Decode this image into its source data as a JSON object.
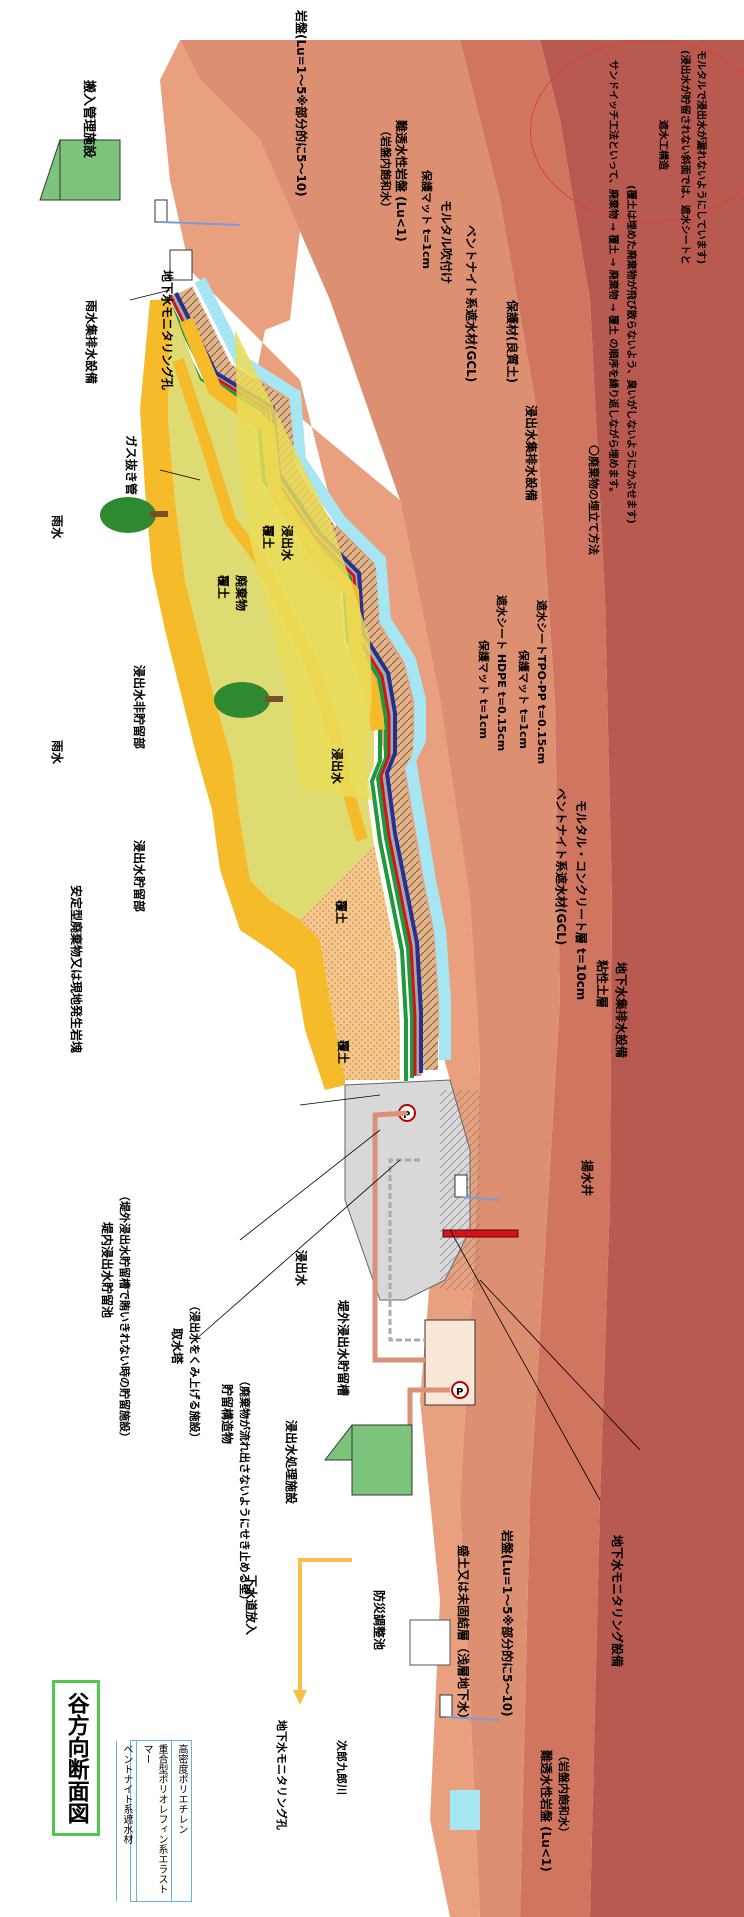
{
  "title": "谷方向断面図",
  "legend": [
    "高密度ポリエチレン",
    "重合型ポリオレフィン系エラストマー",
    "ベントナイト系遮水材"
  ],
  "labels": {
    "incoming_facility": "搬入管理施設",
    "gw_well_top": "地下水モニタリング孔",
    "rainwater_drain": "雨水集排水設備",
    "gas_vent": "ガス抜き管",
    "rain1": "雨水",
    "rain2": "雨水",
    "leachate_nonstorage": "浸出水非貯留部",
    "leachate_storage": "浸出水貯留部",
    "stable_waste": "安定型廃棄物又は現地発生岩塊",
    "pond": "堤内浸出水貯留池",
    "pond_sub": "（堤外浸出水貯留槽で賄いきれない時の貯留施設）",
    "intake": "取水塔",
    "intake_sub": "（浸出水をくみ上げる施設）",
    "retaining": "貯留構造物",
    "retaining_sub": "（廃棄物が流れ出さないようにせき止める壁）",
    "leachate": "浸出水",
    "external_tank": "堤外浸出水貯留槽",
    "treatment": "浸出水処理施設",
    "sewer": "下水道放入",
    "disaster_pond": "防災調整池",
    "gw_well_bottom": "地下水モニタリング孔",
    "river": "次郎九郎川",
    "fill_soil": "盛土又は未固結層（浅層地下水）",
    "rock_low": "岩盤(Lu=1～5※部分的に5～10)",
    "impervious_low": "難透水性岩盤 (Lu<1)",
    "impervious_low_sub": "（岩盤内飽和水）",
    "gw_monitor_equip": "地下水モニタリング設備",
    "pump_well": "揚水井",
    "underdrain": "地下水集排水設備",
    "clay": "粘性土層",
    "concrete": "モルタル・コンクリート層 t=10cm",
    "bentonite_mat": "ベントナイト系遮水材(GCL)",
    "tpo_sheet": "遮水シートTPO-PP t=0.15cm",
    "protect_mat_a": "保護マット t=1cm",
    "hdpe_sheet": "遮水シート HDPE t=0.15cm",
    "protect_mat_b": "保護マット t=1cm",
    "leachate_drain": "浸出水集排水設備",
    "good_soil": "保護材(良質土)",
    "gcl_upper": "ベントナイト系遮水材(GCL)",
    "mortar_spray": "モルタル吹付け",
    "protect_mat_c": "保護マット t=1cm",
    "impervious_up": "難透水性岩盤 (Lu<1)",
    "impervious_up_sub": "（岩盤内飽和水）",
    "rock_up": "岩盤(Lu=1～5※部分的に5～10)",
    "cover1": "覆土",
    "waste1": "廃棄物",
    "cover2": "覆土",
    "leach_in1": "浸出水",
    "leach_in2": "浸出水",
    "cover3": "覆土",
    "cover4": "覆土",
    "method_title": "〇廃棄物の埋立て方法",
    "method_l1": "サンドイッチ工法といって、廃棄物 → 覆土 → 廃棄物 → 覆土 の順序を繰り返しながら埋めます。",
    "method_l2": "(覆土は埋めた廃棄物が飛び散らないよう、臭いがしないようにかぶせます)",
    "water_title": "遮水工構造",
    "water_l1": "(浸出水が貯留されない斜面では、遮水シートと",
    "water_l2": "モルタルで浸出水が漏れないようにしています)"
  },
  "colors": {
    "rock_dark": "#b85a4f",
    "rock_mid": "#d98468",
    "rock_light": "#e9a07e",
    "cover_soil": "#f6bb2a",
    "waste": "#dedb73",
    "leach_stored": "#e9dc58",
    "hdpe_green": "#1e9a3a",
    "tpo_red": "#d2151c",
    "gcl_blue": "#25308f",
    "mat_gray": "#a8a8a8",
    "shotcrete_cyan": "#a6e6f2",
    "good_soil": "#e0b58e",
    "concrete": "#d8d8d8",
    "green_bldg": "#7cc37c",
    "tree": "#2f8a2f",
    "title_border": "#4ec94e"
  }
}
